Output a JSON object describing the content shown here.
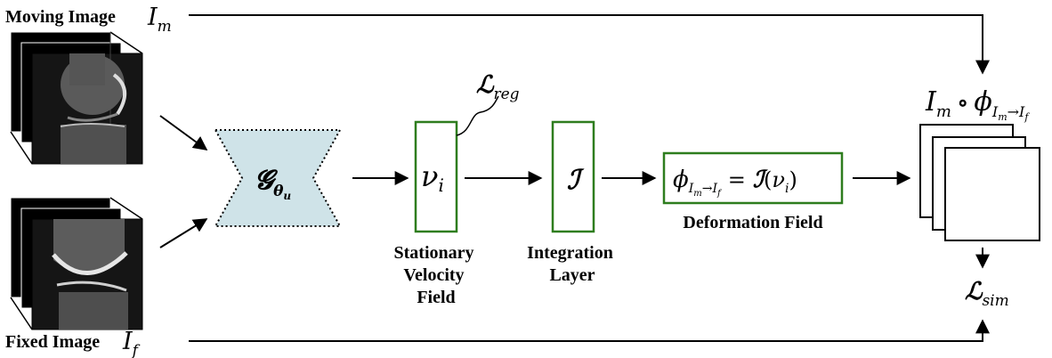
{
  "inputs": {
    "moving_label": "Moving Image",
    "moving_symbol": "I",
    "moving_sub": "m",
    "fixed_label": "Fixed Image",
    "fixed_symbol": "I",
    "fixed_sub": "f"
  },
  "network": {
    "symbol": "𝓖",
    "sub_theta": "θ",
    "sub_u": "u"
  },
  "velocity": {
    "symbol": "ν",
    "sub": "i",
    "caption": [
      "Stationary",
      "Velocity",
      "Field"
    ],
    "loss_symbol": "ℒ",
    "loss_sub": "reg"
  },
  "integration": {
    "symbol": "ℐ",
    "caption": [
      "Integration",
      "Layer"
    ]
  },
  "deformation": {
    "phi": "ϕ",
    "sub_I": "I",
    "sub_m": "m",
    "arrow": "→",
    "sub_I2": "I",
    "sub_f": "f",
    "equals": "=",
    "rhs_script": "ℐ",
    "rhs_open": "(",
    "rhs_nu": "ν",
    "rhs_sub": "i",
    "rhs_close": ")",
    "caption": "Deformation Field"
  },
  "output": {
    "I": "I",
    "sub_m": "m",
    "compose": "∘",
    "phi": "ϕ",
    "phi_sub_I": "I",
    "phi_sub_m": "m",
    "phi_sub_arrow": "→",
    "phi_sub_I2": "I",
    "phi_sub_f": "f"
  },
  "similarity": {
    "symbol": "ℒ",
    "sub": "sim"
  },
  "colors": {
    "green_box": "#2e7d1e",
    "network_fill": "#cfe3e8",
    "line": "#000000"
  }
}
